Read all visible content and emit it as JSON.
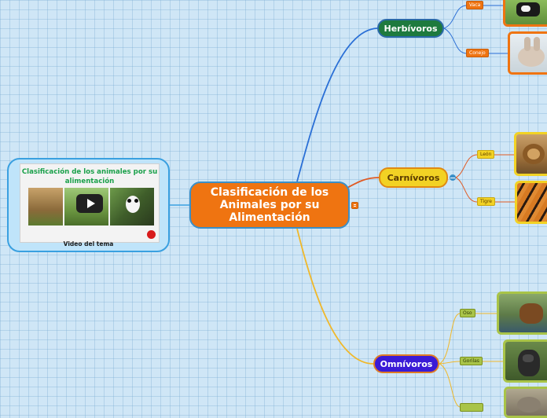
{
  "central": {
    "title": "Clasificación de los Animales por su Alimentación"
  },
  "branches": {
    "herbivoros": {
      "label": "Herbívoros",
      "items": [
        {
          "label": "Vaca"
        },
        {
          "label": "Conejo"
        }
      ]
    },
    "carnivoros": {
      "label": "Carnívoros",
      "items": [
        {
          "label": "León"
        },
        {
          "label": "Tigre"
        }
      ]
    },
    "omnivoros": {
      "label": "Omnívoros",
      "items": [
        {
          "label": "Oso"
        },
        {
          "label": "Gorilas"
        },
        {
          "label": ""
        }
      ]
    }
  },
  "video": {
    "thumb_title": "Clasificación de los animales por su alimentación",
    "label": "Video del tema"
  },
  "colors": {
    "orange": "#ef7411",
    "green": "#1e7a3e",
    "yellow": "#f2d224",
    "purple": "#3a1ad6",
    "link_blue": "#2a6fd6"
  }
}
